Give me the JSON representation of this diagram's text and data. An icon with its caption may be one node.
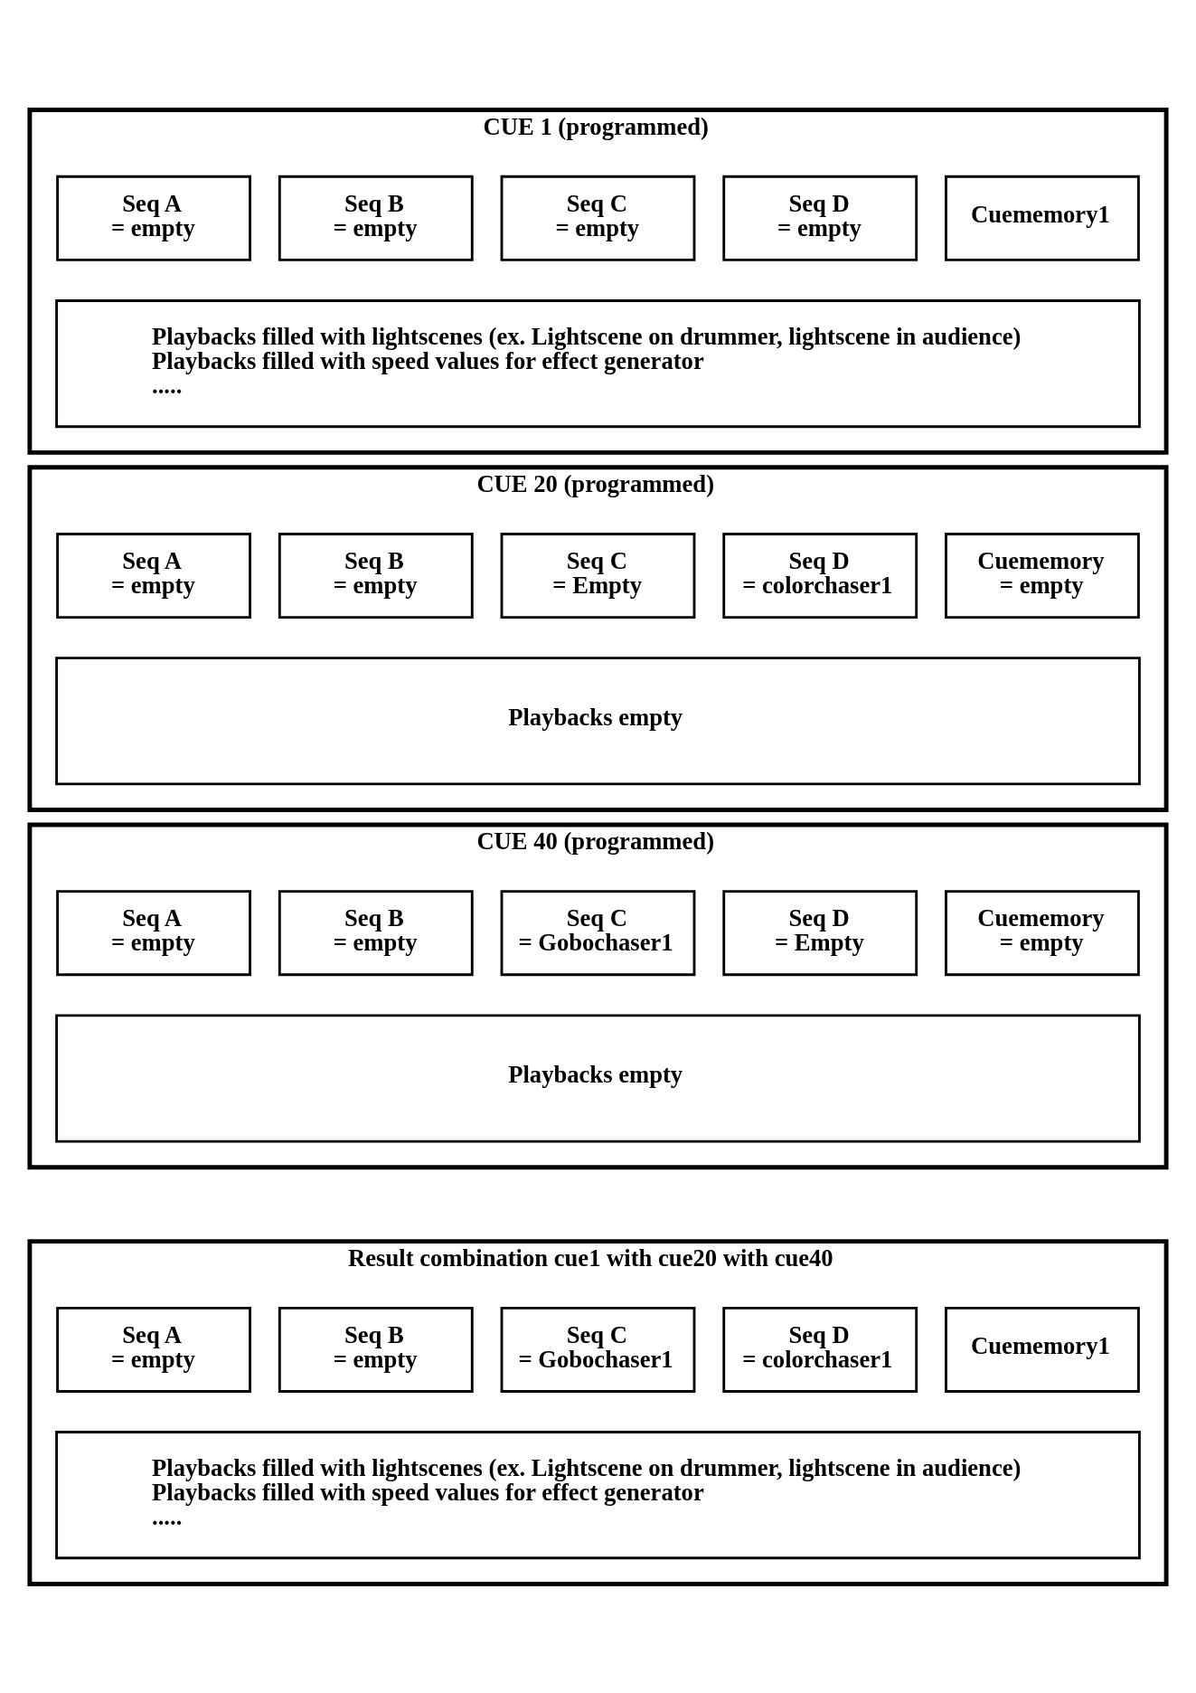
{
  "diagram": {
    "nodes": [
      {
        "text": [
          "CUE 1 (programmed)"
        ]
      },
      {
        "text": [
          "Seq A",
          "= empty"
        ],
        "in": 0
      },
      {
        "text": [
          "Seq B",
          "= empty"
        ],
        "in": 0
      },
      {
        "text": [
          "Seq C",
          "= empty"
        ],
        "in": 0
      },
      {
        "text": [
          "Seq D",
          "= empty"
        ],
        "in": 0
      },
      {
        "text": [
          "Cuememory1"
        ],
        "in": 0
      },
      {
        "text": [
          "Playbacks filled with lightscenes (ex. Lightscene on drummer, lightscene in audience)",
          "Playbacks filled with speed values for effect generator",
          "....."
        ],
        "in": 0
      },
      {
        "text": [
          "CUE 20 (programmed)"
        ]
      },
      {
        "text": [
          "Seq A",
          "= empty"
        ],
        "in": 7
      },
      {
        "text": [
          "Seq B",
          "= empty"
        ],
        "in": 7
      },
      {
        "text": [
          "Seq C",
          "= Empty"
        ],
        "in": 7
      },
      {
        "text": [
          "Seq D",
          "= colorchaser1"
        ],
        "in": 7
      },
      {
        "text": [
          "Cuememory",
          "= empty"
        ],
        "in": 7
      },
      {
        "text": [
          "Playbacks empty"
        ],
        "in": 7
      },
      {
        "text": [
          "CUE 40 (programmed)"
        ]
      },
      {
        "text": [
          "Seq A",
          "= empty"
        ],
        "in": 14
      },
      {
        "text": [
          "Seq B",
          "= empty"
        ],
        "in": 14
      },
      {
        "text": [
          "Seq C",
          "= Gobochaser1"
        ],
        "in": 14
      },
      {
        "text": [
          "Seq D",
          "= Empty"
        ],
        "in": 14
      },
      {
        "text": [
          "Cuememory",
          "= empty"
        ],
        "in": 14
      },
      {
        "text": [
          "Playbacks empty"
        ],
        "in": 14
      },
      {
        "text": [
          "Result combination cue1 with cue20 with cue40"
        ]
      },
      {
        "text": [
          "Seq A",
          "= empty"
        ],
        "in": 21
      },
      {
        "text": [
          "Seq B",
          "= empty"
        ],
        "in": 21
      },
      {
        "text": [
          "Seq C",
          "= Gobochaser1"
        ],
        "in": 21
      },
      {
        "text": [
          "Seq D",
          "= colorchaser1"
        ],
        "in": 21
      },
      {
        "text": [
          "Cuememory1"
        ],
        "in": 21
      },
      {
        "text": [
          "Playbacks filled with lightscenes (ex. Lightscene on drummer, lightscene in audience)",
          "Playbacks filled with speed values for effect generator",
          "....."
        ],
        "in": 21
      }
    ]
  }
}
